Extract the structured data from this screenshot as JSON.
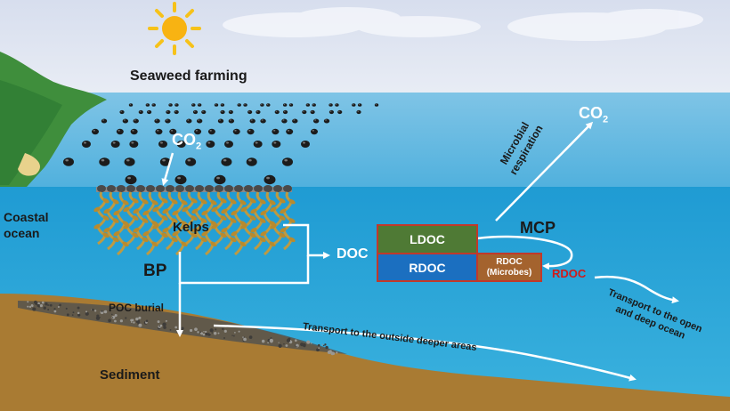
{
  "labels": {
    "seaweed_farming": "Seaweed farming",
    "co2_farm": "CO",
    "co2_farm_sub": "2",
    "co2_top": "CO",
    "co2_top_sub": "2",
    "coastal_ocean": "Coastal ocean",
    "kelps": "Kelps",
    "bp": "BP",
    "poc_burial": "POC burial",
    "doc": "DOC",
    "ldoc": "LDOC",
    "rdoc": "RDOC",
    "rdoc_microbes": "RDOC (Microbes)",
    "rdoc_red": "RDOC",
    "mcp": "MCP",
    "microbial_respiration": "Microbial respiration",
    "transport_deeper": "Transport to the outside deeper areas",
    "transport_open": "Transport to the open and deep ocean",
    "sediment": "Sediment"
  },
  "colors": {
    "sky": "#dfe6f3",
    "ocean": "#2a9fd2",
    "sediment": "#a97b33",
    "ldoc": "#4f7a35",
    "rdoc": "#1b6fc0",
    "rdoc_microbes": "#a4632e",
    "box_border": "#c0392b",
    "rdoc_label": "#d11a1a"
  }
}
